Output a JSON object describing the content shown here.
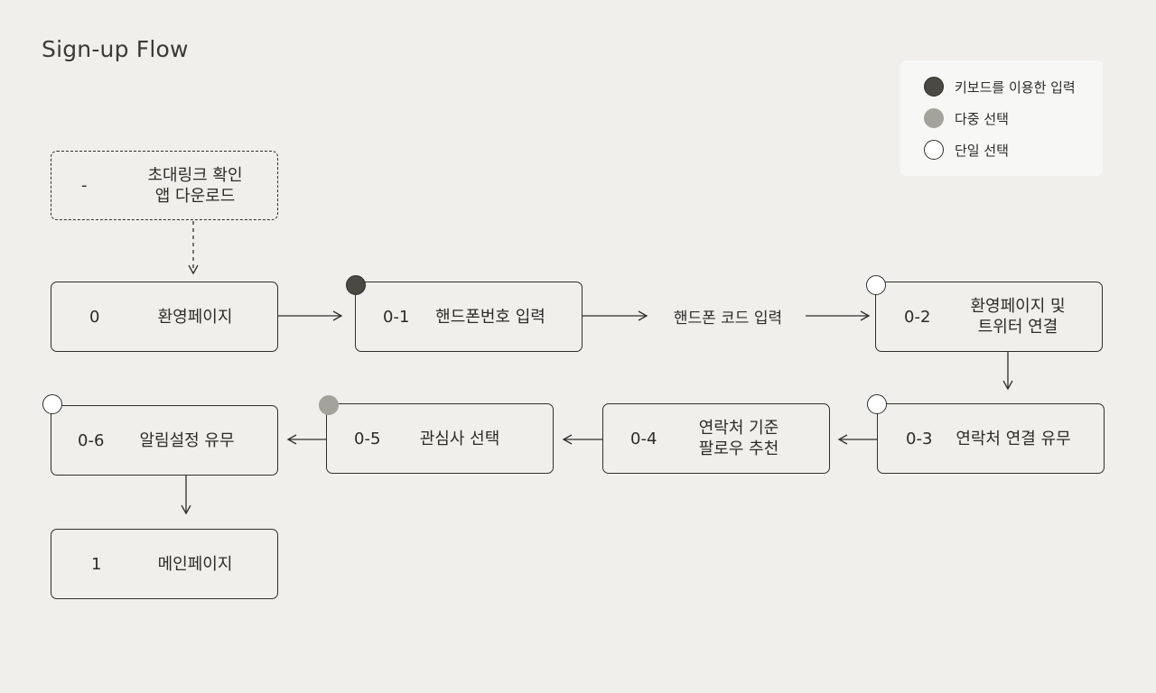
{
  "title": "Sign-up Flow",
  "legend": {
    "items": [
      {
        "label": "키보드를 이용한 입력",
        "color": "#4a4942"
      },
      {
        "label": "다중 선택",
        "color": "#a3a29b"
      },
      {
        "label": "단일 선택",
        "color": "#ffffff"
      }
    ]
  },
  "nodes": {
    "invite": {
      "code": "-",
      "label": "초대링크 확인\n앱 다운로드"
    },
    "welcome": {
      "code": "0",
      "label": "환영페이지"
    },
    "phone": {
      "code": "0-1",
      "label": "핸드폰번호 입력"
    },
    "phone_code": {
      "label": "핸드폰 코드 입력"
    },
    "welcome_twitter": {
      "code": "0-2",
      "label": "환영페이지 및\n트위터 연결"
    },
    "contacts": {
      "code": "0-3",
      "label": "연락처 연결 유무"
    },
    "follow": {
      "code": "0-4",
      "label": "연락처 기준\n팔로우 추천"
    },
    "interests": {
      "code": "0-5",
      "label": "관심사 선택"
    },
    "notifications": {
      "code": "0-6",
      "label": "알림설정 유무"
    },
    "main": {
      "code": "1",
      "label": "메인페이지"
    }
  },
  "badge_types": {
    "phone": "keyboard",
    "welcome_twitter": "single",
    "contacts": "single",
    "interests": "multi",
    "notifications": "single"
  }
}
